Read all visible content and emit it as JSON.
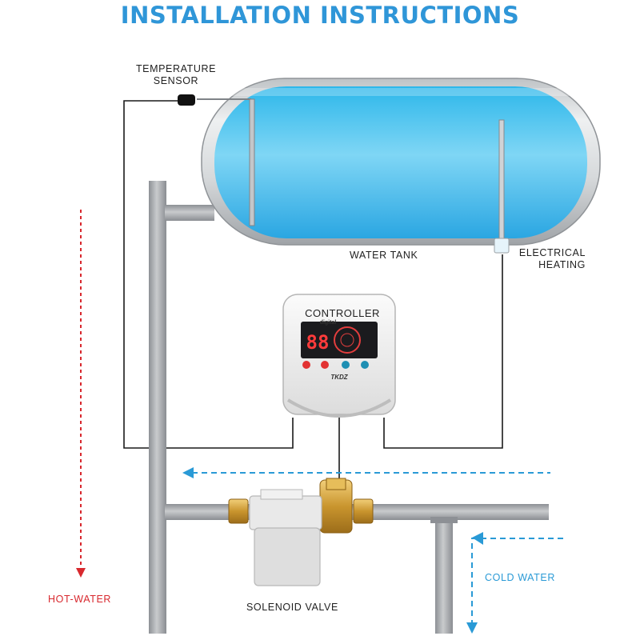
{
  "title": "INSTALLATION INSTRUCTIONS",
  "labels": {
    "temperature_sensor_line1": "TEMPERATURE",
    "temperature_sensor_line2": "SENSOR",
    "water_tank": "WATER TANK",
    "electrical_heating_line1": "ELECTRICAL",
    "electrical_heating_line2": "HEATING",
    "solenoid_valve": "SOLENOID VALVE",
    "hot_water": "HOT-WATER",
    "cold_water": "COLD WATER"
  },
  "controller": {
    "label": "CONTROLLER",
    "sub_label": "digital",
    "display": "88",
    "brand": "TKDZ"
  },
  "colors": {
    "title": "#2f96d8",
    "hot_water": "#d8282e",
    "cold_water": "#2a9ad6",
    "pipe": "#9fa2a6",
    "tank_water": "#4fc3ee",
    "wire": "#1a1a1a",
    "brass": "#d9a840"
  }
}
